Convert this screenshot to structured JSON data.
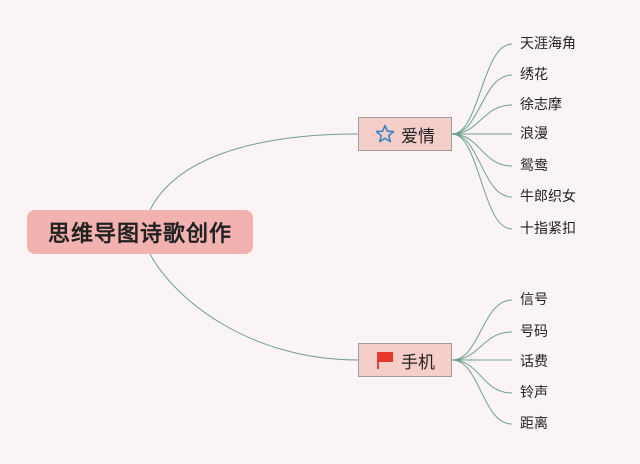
{
  "root": {
    "label": "思维导图诗歌创作"
  },
  "branches": [
    {
      "label": "爱情",
      "icon": "star-outline-icon",
      "children": [
        "天涯海角",
        "绣花",
        "徐志摩",
        "浪漫",
        "鸳鸯",
        "牛郎织女",
        "十指紧扣"
      ]
    },
    {
      "label": "手机",
      "icon": "red-flag-icon",
      "children": [
        "信号",
        "号码",
        "话费",
        "铃声",
        "距离"
      ]
    }
  ],
  "colors": {
    "background": "#fbf4f7",
    "root_fill": "#f2b2b0",
    "branch_fill": "#f5cdc9",
    "connector": "#6fa08c",
    "star": "#3b83c8",
    "flag": "#e8372a"
  }
}
